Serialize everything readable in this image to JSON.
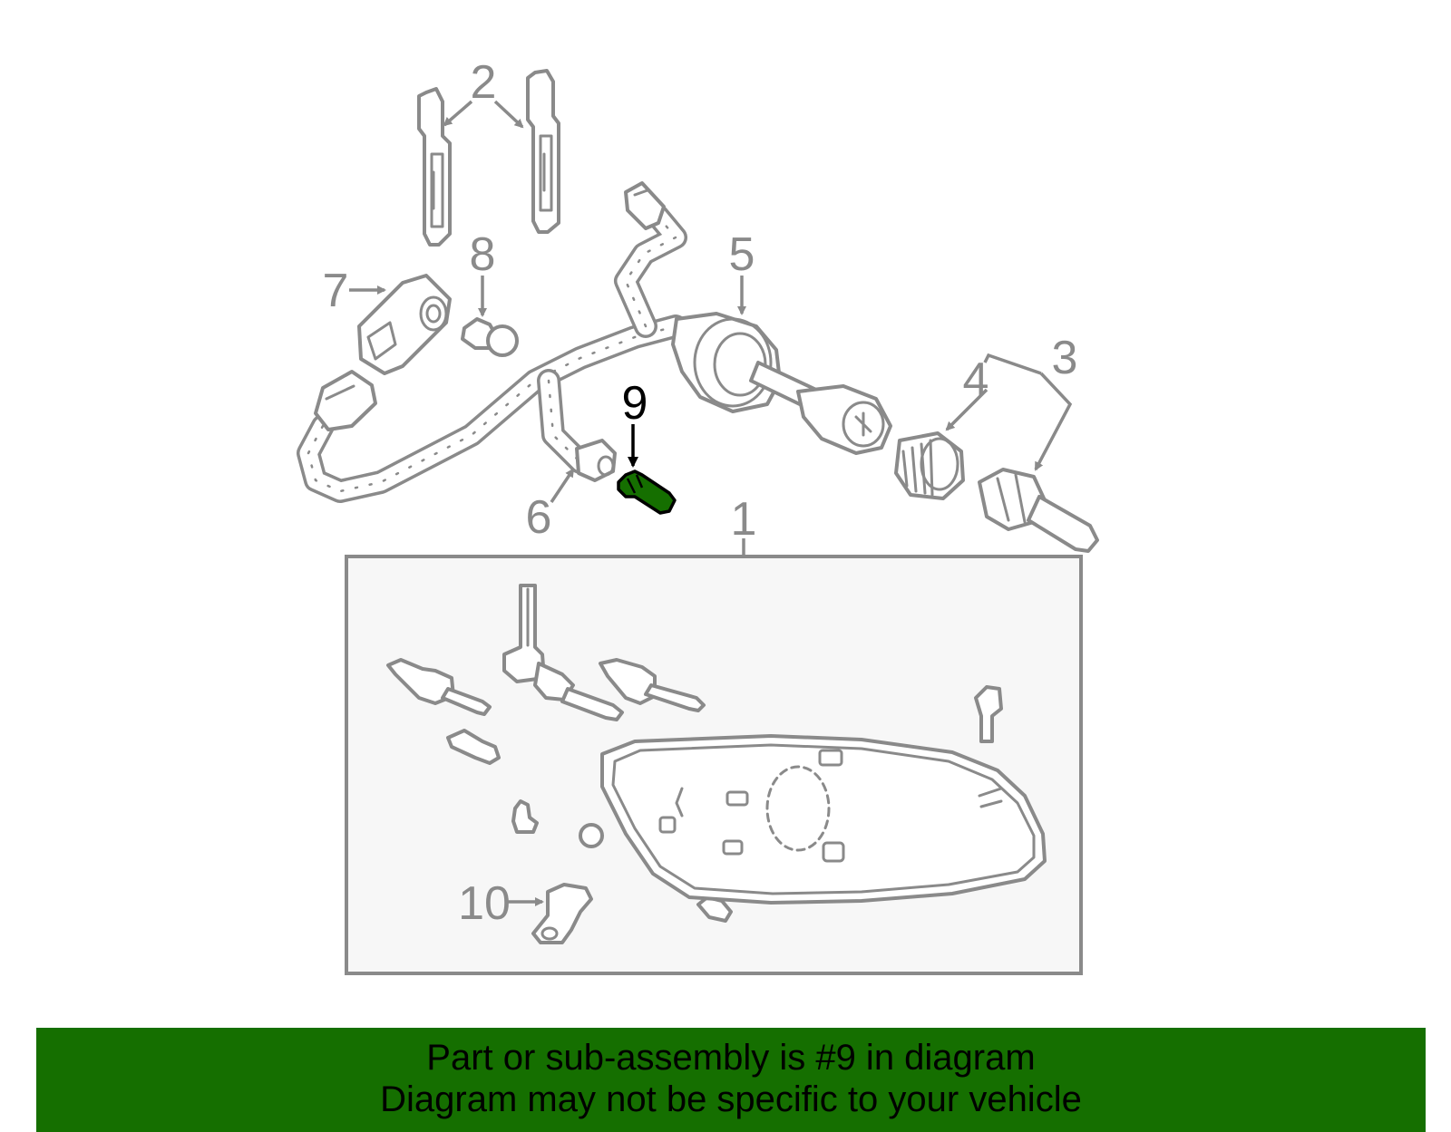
{
  "callouts": {
    "c1": "1",
    "c2": "2",
    "c3": "3",
    "c4": "4",
    "c5": "5",
    "c6": "6",
    "c7": "7",
    "c8": "8",
    "c9": "9",
    "c10": "10"
  },
  "highlighted_part": "9",
  "colors": {
    "accent": "#156f00",
    "lineart": "#8a8a8a",
    "box_fill": "#f7f7f7"
  },
  "footer": {
    "line1": "Part or sub-assembly is #9 in diagram",
    "line2": "Diagram may not be specific to your vehicle"
  }
}
